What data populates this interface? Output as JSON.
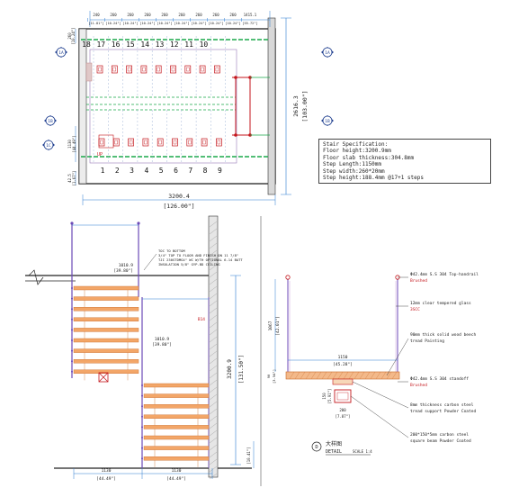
{
  "plan": {
    "top_dims": [
      "240",
      "260",
      "260",
      "260",
      "260",
      "260",
      "260",
      "260",
      "260",
      "1415.1"
    ],
    "top_dims_in": [
      "[11.81\"]",
      "[10.24\"]",
      "[10.24\"]",
      "[10.24\"]",
      "[10.24\"]",
      "[10.24\"]",
      "[10.24\"]",
      "[10.24\"]",
      "[10.24\"]",
      "[55.72\"]"
    ],
    "upper_steps": [
      "18",
      "17",
      "16",
      "15",
      "14",
      "13",
      "12",
      "11",
      "10"
    ],
    "lower_steps": [
      "1",
      "2",
      "3",
      "4",
      "5",
      "6",
      "7",
      "8",
      "9"
    ],
    "width_dim": "3200.4",
    "width_dim_in": "[126.00\"]",
    "height_dim": "2616.3",
    "height_dim_in": "[103.00\"]",
    "left_dim_top": "260",
    "left_dim_top_in": "[10.24\"]",
    "left_dim_mid": "1130",
    "left_dim_mid_in": "[44.49\"]",
    "left_dim_bottom": "42.5",
    "left_dim_bottom_in": "[1.67\"]",
    "up_label": "UP",
    "section_markers": [
      "1A",
      "1B",
      "1C",
      "1A",
      "1B"
    ]
  },
  "spec": {
    "title": "Stair Specification:",
    "lines": [
      "Floor height:3200.9mm",
      "Floor slab thickness:304.8mm",
      "Step Length:1150mm",
      "Step width:260*20mm",
      "Step height:188.4mm @17+1 steps"
    ]
  },
  "elevation": {
    "note_lines": [
      "TOC TO BOTTOM",
      "3/4\" TOP TO FLOOR AND FINISH ON 11 7/8\"",
      "TJI 230STDMG4\" WC W/TH OPTIONAL 6-14 BATT",
      "INSULATION 5/8\" GYP.BD CEILING"
    ],
    "rail_dim": "1010.9",
    "rail_dim_in": "[39.80\"]",
    "height_dim": "3200.9",
    "height_dim_in": "[131.50\"]",
    "bottom_dims": [
      "1130",
      "1130"
    ],
    "bottom_dims_in": [
      "[44.49\"]",
      "[44.49\"]"
    ],
    "red_mark": "B14",
    "right_small_dim": "[10.41\"]"
  },
  "detail": {
    "labels": [
      {
        "text": "Φ42.4mm S.S 304 Top-handrail",
        "sub": "Brushed"
      },
      {
        "text": "12mm clear tempered glass",
        "sub": "3SCC"
      },
      {
        "text": "90mm thick solid wood beech",
        "sub": ""
      },
      {
        "text": "tread Painting",
        "sub": ""
      },
      {
        "text": "Φ42.4mm S.S 304 standoff",
        "sub": "Brushed"
      },
      {
        "text": "8mm thickness carbon steel",
        "sub": ""
      },
      {
        "text": "tread support Powder Coated",
        "sub": ""
      },
      {
        "text": "200*150*5mm carbon steel",
        "sub": ""
      },
      {
        "text": "square beam Powder Coated",
        "sub": ""
      }
    ],
    "tread_dim": "1150",
    "tread_dim_in": "[45.28\"]",
    "glass_dim": "1067",
    "glass_dim_in": "[42.01\"]",
    "beam_w": "200",
    "beam_w_in": "[7.87\"]",
    "beam_h": "150",
    "beam_h_in": "[5.91\"]",
    "small_dim": "90",
    "small_dim_in": "[3.54\"]",
    "marker": "D",
    "title_cn": "大样图",
    "title_en": "DETAIL",
    "scale": "SCALE 1:4"
  }
}
